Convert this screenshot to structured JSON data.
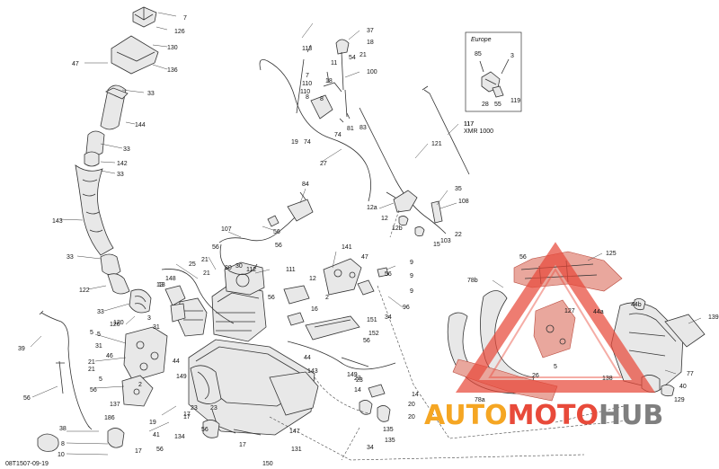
{
  "diagram": {
    "reference": "08T1507-09-19",
    "europe_label": "Europe",
    "model_note_number": "117",
    "model_note_text": "XMR 1000"
  },
  "watermark": {
    "part1": "AUTO",
    "part2": "MOTO",
    "part3": "HUB",
    "color_red": "#e84a3a",
    "color_orange": "#f5a623",
    "color_gray": "#7f7f7f"
  },
  "callouts": [
    "7",
    "126",
    "130",
    "136",
    "47",
    "33",
    "144",
    "33",
    "142",
    "33",
    "143",
    "33",
    "122",
    "33",
    "120",
    "39",
    "56",
    "38",
    "8",
    "10",
    "17",
    "120",
    "5",
    "31",
    "21",
    "31",
    "13",
    "5",
    "46",
    "21",
    "44",
    "5",
    "56",
    "2",
    "17",
    "19",
    "41",
    "56",
    "137",
    "186",
    "148",
    "21",
    "25",
    "21",
    "80",
    "30",
    "112",
    "149",
    "56",
    "107",
    "56",
    "56",
    "56",
    "84",
    "111",
    "141",
    "47",
    "16",
    "12",
    "2",
    "34",
    "151",
    "152",
    "56",
    "149",
    "143",
    "44",
    "23",
    "14",
    "14",
    "20",
    "34",
    "135",
    "147",
    "131",
    "150",
    "134",
    "23",
    "17",
    "56",
    "23",
    "13",
    "3",
    "17",
    "113",
    "37",
    "18",
    "7",
    "54",
    "21",
    "100",
    "110",
    "18",
    "11",
    "8",
    "74",
    "81",
    "83",
    "19",
    "74",
    "27",
    "110",
    "8",
    "12a",
    "12",
    "12b",
    "35",
    "108",
    "15",
    "103",
    "22",
    "121",
    "117",
    "85",
    "3",
    "28",
    "55",
    "119",
    "56",
    "125",
    "127",
    "78b",
    "44a",
    "44b",
    "139",
    "78a",
    "138",
    "26",
    "77",
    "40",
    "129",
    "5",
    "9",
    "9",
    "9",
    "96",
    "20",
    "56",
    "23",
    "135"
  ]
}
